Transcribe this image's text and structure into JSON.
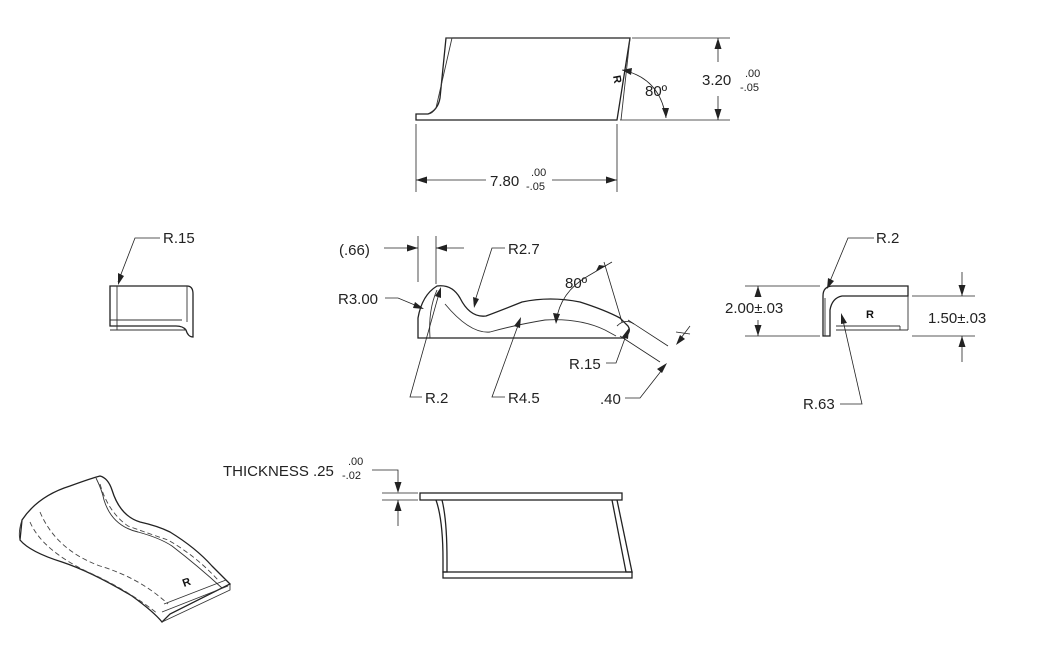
{
  "drawing": {
    "top_view": {
      "angle": "80º",
      "height_value": "3.20",
      "height_tol_plus": ".00",
      "height_tol_minus": "-.05",
      "width_value": "7.80",
      "width_tol_plus": ".00",
      "width_tol_minus": "-.05",
      "part_mark": "R"
    },
    "left_view": {
      "radius": "R.15"
    },
    "front_view": {
      "ref_dim": "(.66)",
      "r_large": "R3.00",
      "r_top": "R2.7",
      "angle": "80º",
      "r_tip": "R.15",
      "r_small": "R.2",
      "r_mid": "R4.5",
      "tip_dim": ".40"
    },
    "right_view": {
      "radius_top": "R.2",
      "height_total": "2.00±.03",
      "height_inner": "1.50±.03",
      "radius_inner": "R.63",
      "part_mark": "R"
    },
    "bottom_view": {
      "thickness_label": "THICKNESS .25",
      "thickness_tol_plus": ".00",
      "thickness_tol_minus": "-.02"
    },
    "iso_view": {
      "part_mark": "R"
    }
  }
}
